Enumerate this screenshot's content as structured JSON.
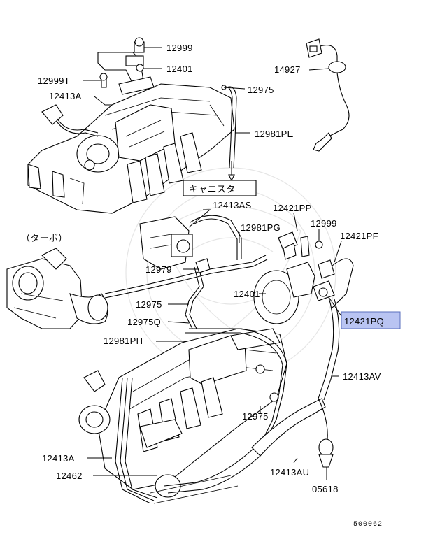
{
  "diagram": {
    "callouts": {
      "c12999_top": "12999",
      "c12401_top": "12401",
      "c12999T": "12999T",
      "c12413A_top": "12413A",
      "c12975_top": "12975",
      "c14927": "14927",
      "c12981PE": "12981PE",
      "canister": "キャニスタ",
      "turbo": "（ターボ）",
      "c12413AS": "12413AS",
      "c12421PP": "12421PP",
      "c12981PG": "12981PG",
      "c12999_mid": "12999",
      "c12421PF": "12421PF",
      "c12979": "12979",
      "c12401_mid": "12401",
      "c12421PQ": "12421PQ",
      "c12975_mid": "12975",
      "c12975Q": "12975Q",
      "c12981PH": "12981PH",
      "c12413AV": "12413AV",
      "c12975_low": "12975",
      "c12413A_low": "12413A",
      "c12462": "12462",
      "c12413AU": "12413AU",
      "c05618": "05618"
    },
    "diagram_id": "500062",
    "highlight_color": "#b9c4f2"
  }
}
